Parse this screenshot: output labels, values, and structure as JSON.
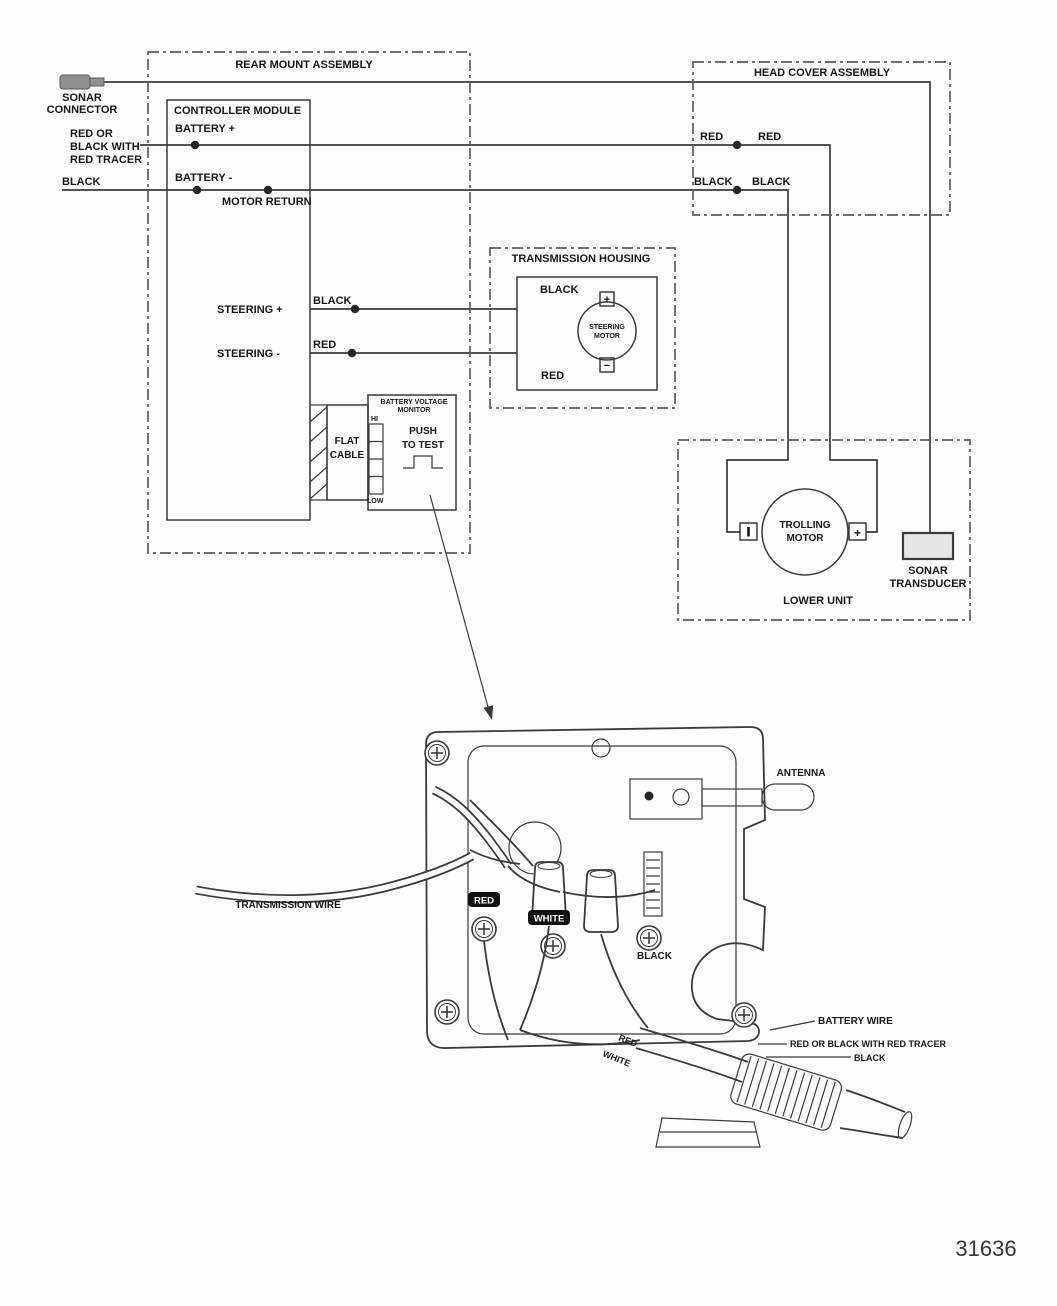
{
  "part_number": "31636",
  "colors": {
    "line": "#3a3a3a",
    "dashed_box": "#5b5b5b",
    "text": "#161616",
    "badge_bg": "#101010",
    "badge_text": "#ffffff",
    "connector_fill": "#8f8f8f"
  },
  "schematic": {
    "sonar_connector": {
      "line1": "SONAR",
      "line2": "CONNECTOR"
    },
    "battery_wire_labels": {
      "line1": "RED  OR",
      "line2": "BLACK WITH",
      "line3": "RED TRACER",
      "black": "BLACK"
    },
    "rear_mount": {
      "title": "REAR MOUNT ASSEMBLY"
    },
    "controller": {
      "title": "CONTROLLER MODULE",
      "battery_plus": "BATTERY +",
      "battery_minus": "BATTERY -",
      "motor_return": "MOTOR RETURN",
      "steering_plus": "STEERING +",
      "steering_minus": "STEERING -",
      "steering_black_wire": "BLACK",
      "steering_red_wire": "RED"
    },
    "transmission_housing": {
      "title": "TRANSMISSION HOUSING",
      "black": "BLACK",
      "red": "RED",
      "motor_line1": "STEERING",
      "motor_line2": "MOTOR",
      "plus": "+",
      "minus": "−"
    },
    "voltage_monitor": {
      "title_line1": "BATTERY VOLTAGE",
      "title_line2": "MONITOR",
      "hi": "HI",
      "low": "LOW",
      "push_line1": "PUSH",
      "push_line2": "TO TEST"
    },
    "flat_cable": {
      "line1": "FLAT",
      "line2": "CABLE"
    },
    "head_cover": {
      "title": "HEAD COVER ASSEMBLY",
      "red_left": "RED",
      "red_right": "RED",
      "black_left": "BLACK",
      "black_right": "BLACK"
    },
    "lower_unit": {
      "title": "LOWER UNIT",
      "motor_line1": "TROLLING",
      "motor_line2": "MOTOR",
      "plus": "+"
    },
    "transducer": {
      "line1": "SONAR",
      "line2": "TRANSDUCER"
    }
  },
  "assembly": {
    "antenna": "ANTENNA",
    "transmission_wire": "TRANSMISSION WIRE",
    "red_badge": "RED",
    "white_badge": "WHITE",
    "black_label": "BLACK",
    "battery_wire": "BATTERY WIRE",
    "tracer_label": "RED OR BLACK WITH RED TRACER",
    "black_label2": "BLACK",
    "cable_red": "RED",
    "cable_white": "WHITE"
  }
}
